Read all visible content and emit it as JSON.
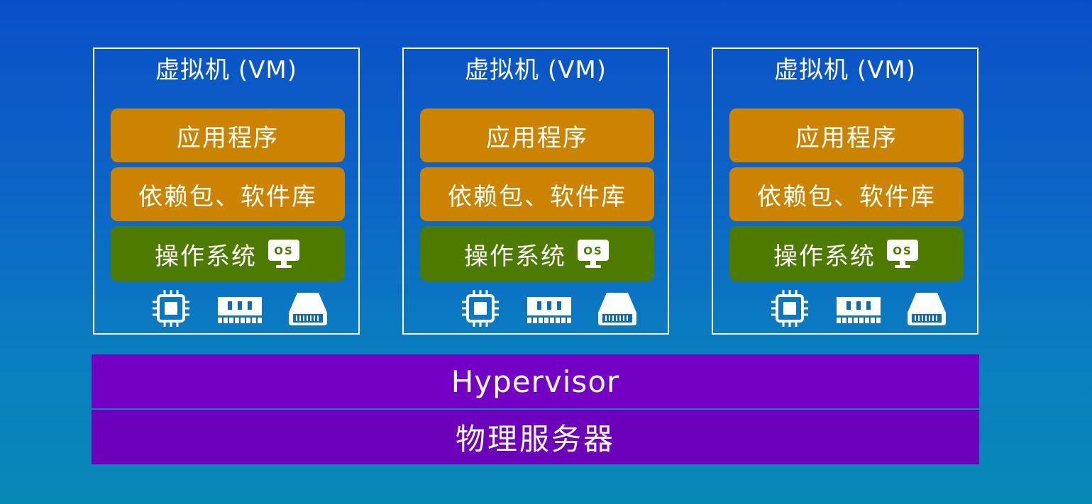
{
  "vms": [
    {
      "title": "虚拟机 (VM)",
      "app": "应用程序",
      "deps": "依赖包、软件库",
      "os": "操作系统",
      "os_badge": "OS"
    },
    {
      "title": "虚拟机 (VM)",
      "app": "应用程序",
      "deps": "依赖包、软件库",
      "os": "操作系统",
      "os_badge": "OS"
    },
    {
      "title": "虚拟机 (VM)",
      "app": "应用程序",
      "deps": "依赖包、软件库",
      "os": "操作系统",
      "os_badge": "OS"
    }
  ],
  "hardware_icons": [
    "cpu-icon",
    "ram-icon",
    "disk-icon"
  ],
  "hypervisor": "Hypervisor",
  "server": "物理服务器",
  "colors": {
    "app_layer": "#cc8400",
    "deps_layer": "#cc8400",
    "os_layer": "#4c7b00",
    "hypervisor": "#7300c4",
    "server": "#6d00bb",
    "background_top": "#0a4fc8",
    "background_bottom": "#0789b6"
  }
}
